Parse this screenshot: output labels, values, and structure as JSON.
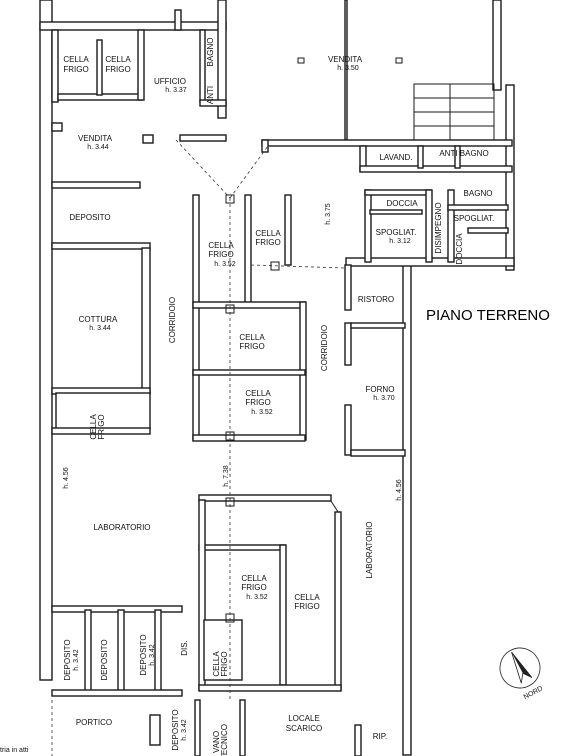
{
  "floor_title": "PIANO TERRENO",
  "north_label": "NORD",
  "cut_note": "tria in atti",
  "rooms": {
    "cella_frigo_1": [
      "CELLA",
      "FRIGO"
    ],
    "cella_frigo_2": [
      "CELLA",
      "FRIGO"
    ],
    "ufficio": [
      "UFFICIO",
      "h. 3.37"
    ],
    "anti_top": "ANTI",
    "bagno_top": "BAGNO",
    "vendita_top": [
      "VENDITA",
      "h. 3.50"
    ],
    "vendita_left": [
      "VENDITA",
      "h. 3.44"
    ],
    "lavand": "LAVAND.",
    "anti_bagno": "ANTI  BAGNO",
    "deposito_1": "DEPOSITO",
    "cella_frigo_3": [
      "CELLA",
      "FRIGO",
      "h. 3.52"
    ],
    "cella_frigo_4": [
      "CELLA",
      "FRIGO"
    ],
    "h_375": "h. 3.75",
    "doccia_1": "DOCCIA",
    "spogliat_1": [
      "SPOGLIAT.",
      "h. 3.12"
    ],
    "disimpegno": "DISIMPEGNO",
    "doccia_2": "DOCCIA",
    "bagno_right": "BAGNO",
    "spogliat_2": "SPOGLIAT.",
    "ristoro": "RISTORO",
    "cottura": [
      "COTTURA",
      "h. 3.44"
    ],
    "corridoio_left": "CORRIDOIO",
    "cella_frigo_5": [
      "CELLA",
      "FRIGO"
    ],
    "corridoio_right": "CORRIDOIO",
    "forno": [
      "FORNO",
      "h. 3.70"
    ],
    "cella_frigo_6": [
      "CELLA",
      "FRIGO",
      "h. 3.52"
    ],
    "cella_frigo_7": [
      "CELLA",
      "FRIGO"
    ],
    "h_456_left": "h. 4.56",
    "h_738": "h. 7.38",
    "h_456_right": "h. 4.56",
    "laboratorio_left": "LABORATORIO",
    "laboratorio_right": "LABORATORIO",
    "cella_frigo_8": [
      "CELLA",
      "FRIGO",
      "h. 3.52"
    ],
    "cella_frigo_9": [
      "CELLA",
      "FRIGO"
    ],
    "deposito_2": [
      "DEPOSITO",
      "h. 3.42"
    ],
    "deposito_3": "DEPOSITO",
    "deposito_4": [
      "DEPOSITO",
      "h. 3.42"
    ],
    "dis": "DIS.",
    "cella_frigo_10": [
      "CELLA",
      "FRIGO"
    ],
    "portico": "PORTICO",
    "deposito_5": [
      "DEPOSITO",
      "h. 3.42"
    ],
    "vano_tecnico": [
      "VANO",
      "TECNICO"
    ],
    "locale_scarico": [
      "LOCALE",
      "SCARICO"
    ],
    "rip": "RIP."
  }
}
